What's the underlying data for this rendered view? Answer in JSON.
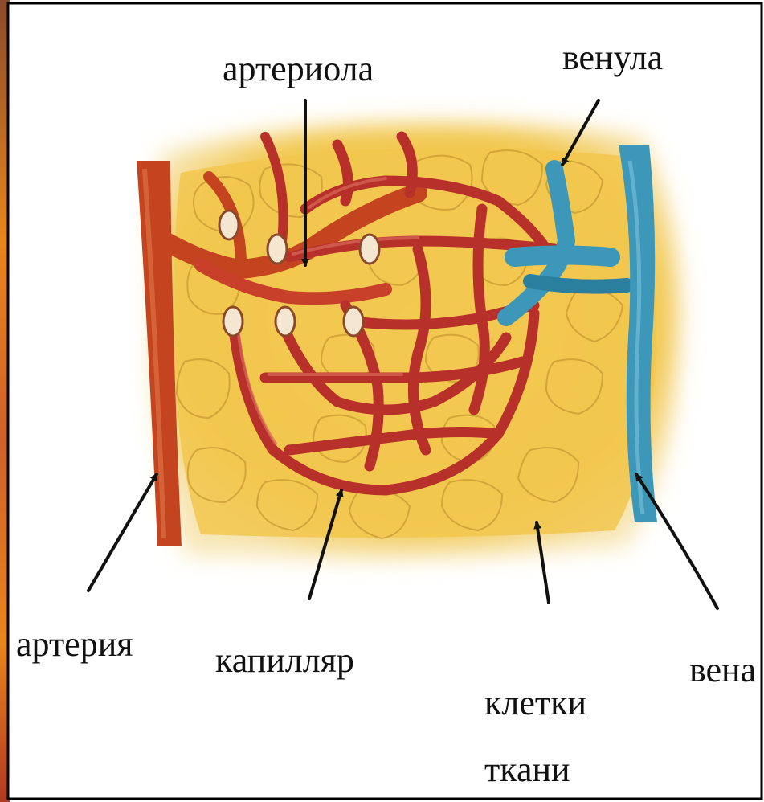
{
  "labels": {
    "arteriole": "артериола",
    "venule": "венула",
    "artery": "артерия",
    "capillary": "капилляр",
    "vein": "вена",
    "cells_line1": "клетки",
    "cells_line2": "ткани"
  },
  "colors": {
    "frame_border": "#000000",
    "slide_edge_top": "#8a4a2a",
    "slide_edge_mid": "#e8861e",
    "slide_edge_bottom": "#b03a22",
    "tissue": "#f2c74e",
    "tissue_light": "#f7dc8a",
    "cell_outline": "#c89a33",
    "artery": "#c44420",
    "artery_dark": "#a8351a",
    "capillary": "#b8302a",
    "capillary_shade": "#d86a5a",
    "vein": "#3d97b8",
    "vein_dark": "#2a7f9f",
    "text": "#111111",
    "arrow": "#111111"
  }
}
